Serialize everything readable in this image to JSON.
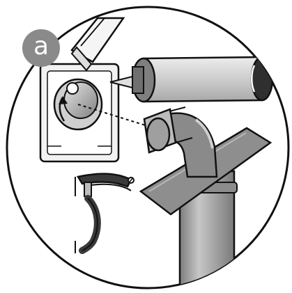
{
  "step_label": "a",
  "colors": {
    "badge_fill": "#8a8a8a",
    "badge_text": "#ffffff",
    "outline": "#111111",
    "frame_fill": "#f0f0f0",
    "pipe_fill": "#9a9a9a",
    "pipe_dark": "#6f6f6f",
    "pipe_light": "#d9d9d9",
    "collar_fill": "#bdbdbd",
    "flashing_fill": "#8e8e8e",
    "clip_fill": "#3a3a3a"
  },
  "icons": [
    "wall-frame",
    "rotating-cap-with-arrow",
    "sealant-tube",
    "connector-pipe",
    "flashing-plate",
    "pipe-clamp"
  ]
}
